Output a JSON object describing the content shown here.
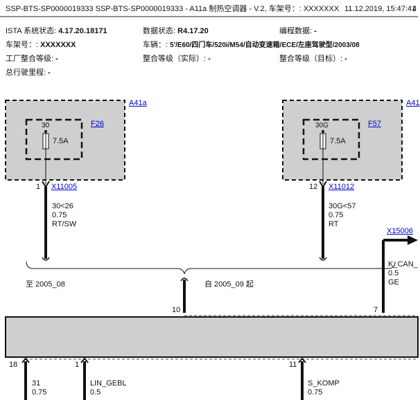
{
  "header": {
    "title": "SSP-BTS-SP0000019333 SSP-BTS-SP0000019333 - A11a 制热空调器 - V.2, 车架号：: XXXXXXX",
    "datetime": "11.12.2019, 15:47:41",
    "page": "4"
  },
  "info": {
    "ista_label": "ISTA 系统状态:",
    "ista_value": "4.17.20.18171",
    "data_label": "数据状态:",
    "data_value": "R4.17.20",
    "prog_label": "编程数据:",
    "prog_value": "-",
    "vin_label": "车架号：:",
    "vin_value": "XXXXXXX",
    "vehicle_label": "车辆：:",
    "vehicle_value": "5'/E60/四门车/520i/M54/自动变速箱/ECE/左座驾驶型/2003/08",
    "factory_label": "工厂整合等级:",
    "factory_value": "-",
    "int_actual_label": "整合等级（实际）:",
    "int_actual_value": "-",
    "int_target_label": "整合等级（目标）:",
    "int_target_value": "-",
    "mileage_label": "总行驶里程:",
    "mileage_value": "-"
  },
  "diagram": {
    "left_box": {
      "label": "A41a",
      "fuse": "F26",
      "pin": "30",
      "rating": "7.5A"
    },
    "right_box": {
      "label": "A41",
      "fuse": "F57",
      "pin": "30G",
      "rating": "7.5A"
    },
    "wire1": {
      "pin": "1",
      "connector": "X11005",
      "lines": [
        "30<26",
        "0.75",
        "RT/SW"
      ]
    },
    "wire12": {
      "pin": "12",
      "connector": "X11012",
      "lines": [
        "30G<57",
        "0.75",
        "RT"
      ]
    },
    "wire_can": {
      "connector": "X15006",
      "lines": [
        "K_CAN_",
        "0.5",
        "GE"
      ]
    },
    "variant_left": "至 2005_08",
    "variant_right": "自 2005_09 起",
    "module_pins_top": [
      "10",
      "7"
    ],
    "bottom_wires": [
      {
        "pin": "18",
        "lines": [
          "31",
          "0.75"
        ]
      },
      {
        "pin": "1",
        "lines": [
          "LIN_GEBL",
          "0.5"
        ]
      },
      {
        "pin": "11",
        "lines": [
          "S_KOMP",
          "0.75"
        ]
      }
    ]
  }
}
